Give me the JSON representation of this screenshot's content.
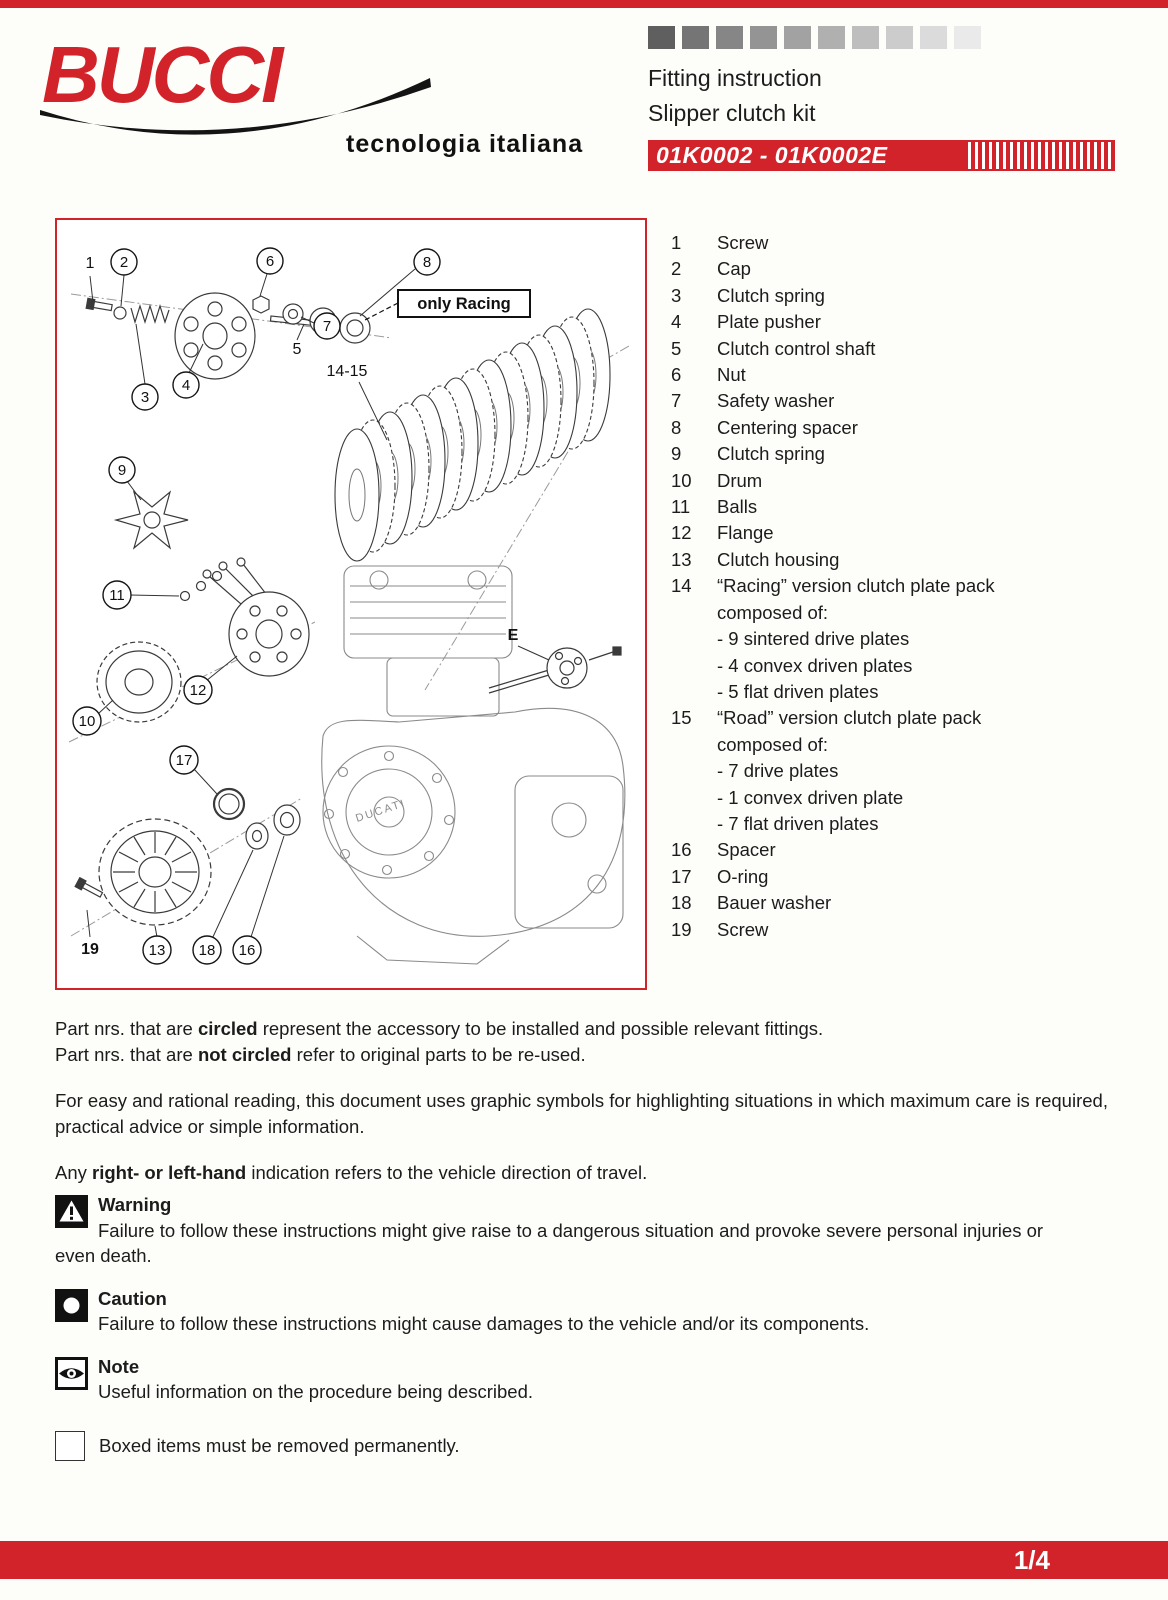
{
  "header": {
    "brand": "BUCCI",
    "tagline": "tecnologia italiana",
    "doc_type": "Fitting instruction",
    "product": "Slipper clutch kit",
    "part_numbers": "01K0002 - 01K0002E",
    "accent_red": "#d2232a",
    "gradient_squares": [
      "#5f5f5f",
      "#757575",
      "#868686",
      "#949494",
      "#a2a2a2",
      "#b0b0b0",
      "#bebebe",
      "#cccccc",
      "#dbdbdb",
      "#eaeaea"
    ]
  },
  "diagram": {
    "only_racing_label": "only Racing",
    "stack_label": "14-15",
    "shaft_label": "E",
    "engine_brand": "DUCATI",
    "callouts": {
      "1": "1",
      "2": "2",
      "3": "3",
      "4": "4",
      "5": "5",
      "6": "6",
      "7": "7",
      "8": "8",
      "9": "9",
      "10": "10",
      "11": "11",
      "12": "12",
      "13": "13",
      "16": "16",
      "17": "17",
      "18": "18",
      "19": "19"
    }
  },
  "parts_list": [
    {
      "num": "1",
      "name": "Screw"
    },
    {
      "num": "2",
      "name": "Cap"
    },
    {
      "num": "3",
      "name": "Clutch spring"
    },
    {
      "num": "4",
      "name": "Plate pusher"
    },
    {
      "num": "5",
      "name": "Clutch control shaft"
    },
    {
      "num": "6",
      "name": "Nut"
    },
    {
      "num": "7",
      "name": "Safety washer"
    },
    {
      "num": "8",
      "name": "Centering spacer"
    },
    {
      "num": "9",
      "name": "Clutch spring"
    },
    {
      "num": "10",
      "name": "Drum"
    },
    {
      "num": "11",
      "name": "Balls"
    },
    {
      "num": "12",
      "name": "Flange"
    },
    {
      "num": "13",
      "name": "Clutch housing"
    },
    {
      "num": "14",
      "name": "“Racing” version clutch plate pack composed of:",
      "subs": [
        "- 9 sintered drive plates",
        "- 4 convex driven plates",
        "- 5 flat driven plates"
      ]
    },
    {
      "num": "15",
      "name": "“Road” version clutch plate pack composed of:",
      "subs": [
        "- 7 drive plates",
        "- 1 convex driven plate",
        "- 7 flat driven plates"
      ]
    },
    {
      "num": "16",
      "name": "Spacer"
    },
    {
      "num": "17",
      "name": "O-ring"
    },
    {
      "num": "18",
      "name": "Bauer washer"
    },
    {
      "num": "19",
      "name": "Screw"
    }
  ],
  "paragraphs": {
    "p1": [
      "Part nrs. that are ",
      "circled",
      " represent the accessory to be installed and possible relevant fittings."
    ],
    "p2": [
      "Part nrs. that are ",
      "not circled",
      " refer to original parts to be re-used."
    ],
    "p3": "For easy and rational reading, this document uses graphic symbols for highlighting situations in which maximum care is required, practical advice or simple information.",
    "p4": [
      "Any ",
      "right- or left-hand",
      " indication refers to the vehicle direction of travel."
    ]
  },
  "callout_boxes": {
    "warning": {
      "title": "Warning",
      "body": "Failure to follow these instructions might give raise to a dangerous situation and provoke severe personal injuries or even death."
    },
    "caution": {
      "title": "Caution",
      "body": "Failure to follow these instructions might cause damages to the vehicle and/or its components."
    },
    "note": {
      "title": "Note",
      "body": "Useful information on the procedure being described."
    },
    "boxed": {
      "body": "Boxed items must be removed permanently."
    }
  },
  "footer": {
    "page": "1/4"
  }
}
